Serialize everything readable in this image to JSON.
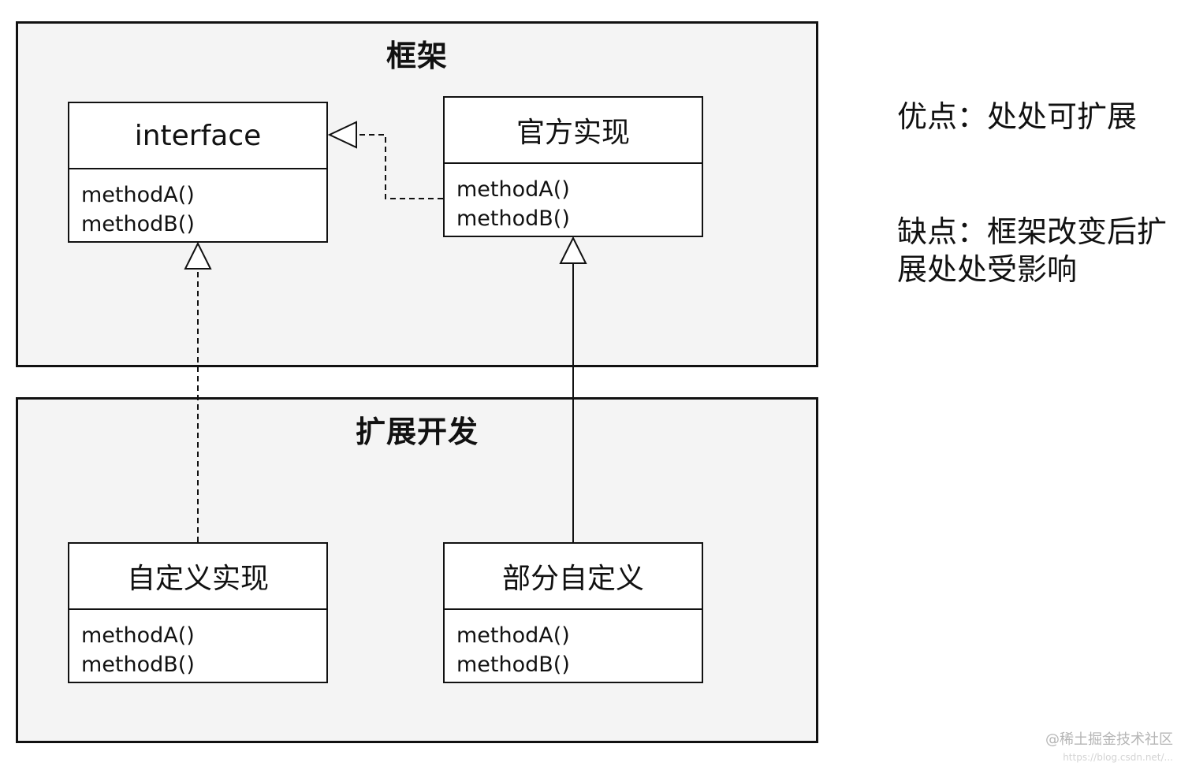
{
  "packages": {
    "framework": {
      "title": "框架"
    },
    "extension": {
      "title": "扩展开发"
    }
  },
  "classes": {
    "interface": {
      "name": "interface",
      "methods": [
        "methodA()",
        "methodB()"
      ]
    },
    "official": {
      "name": "官方实现",
      "methods": [
        "methodA()",
        "methodB()"
      ]
    },
    "custom": {
      "name": "自定义实现",
      "methods": [
        "methodA()",
        "methodB()"
      ]
    },
    "partial": {
      "name": "部分自定义",
      "methods": [
        "methodA()",
        "methodB()"
      ]
    }
  },
  "notes": {
    "advantage": "优点：处处可扩展",
    "disadvantage_line1": "缺点：框架改变后扩",
    "disadvantage_line2": "展处处受影响"
  },
  "relations": [
    {
      "from": "官方实现",
      "to": "interface",
      "type": "realization"
    },
    {
      "from": "自定义实现",
      "to": "interface",
      "type": "realization"
    },
    {
      "from": "部分自定义",
      "to": "官方实现",
      "type": "generalization"
    }
  ],
  "watermark": {
    "text": "@稀土掘金技术社区",
    "subtext": "https://blog.csdn.net/..."
  }
}
